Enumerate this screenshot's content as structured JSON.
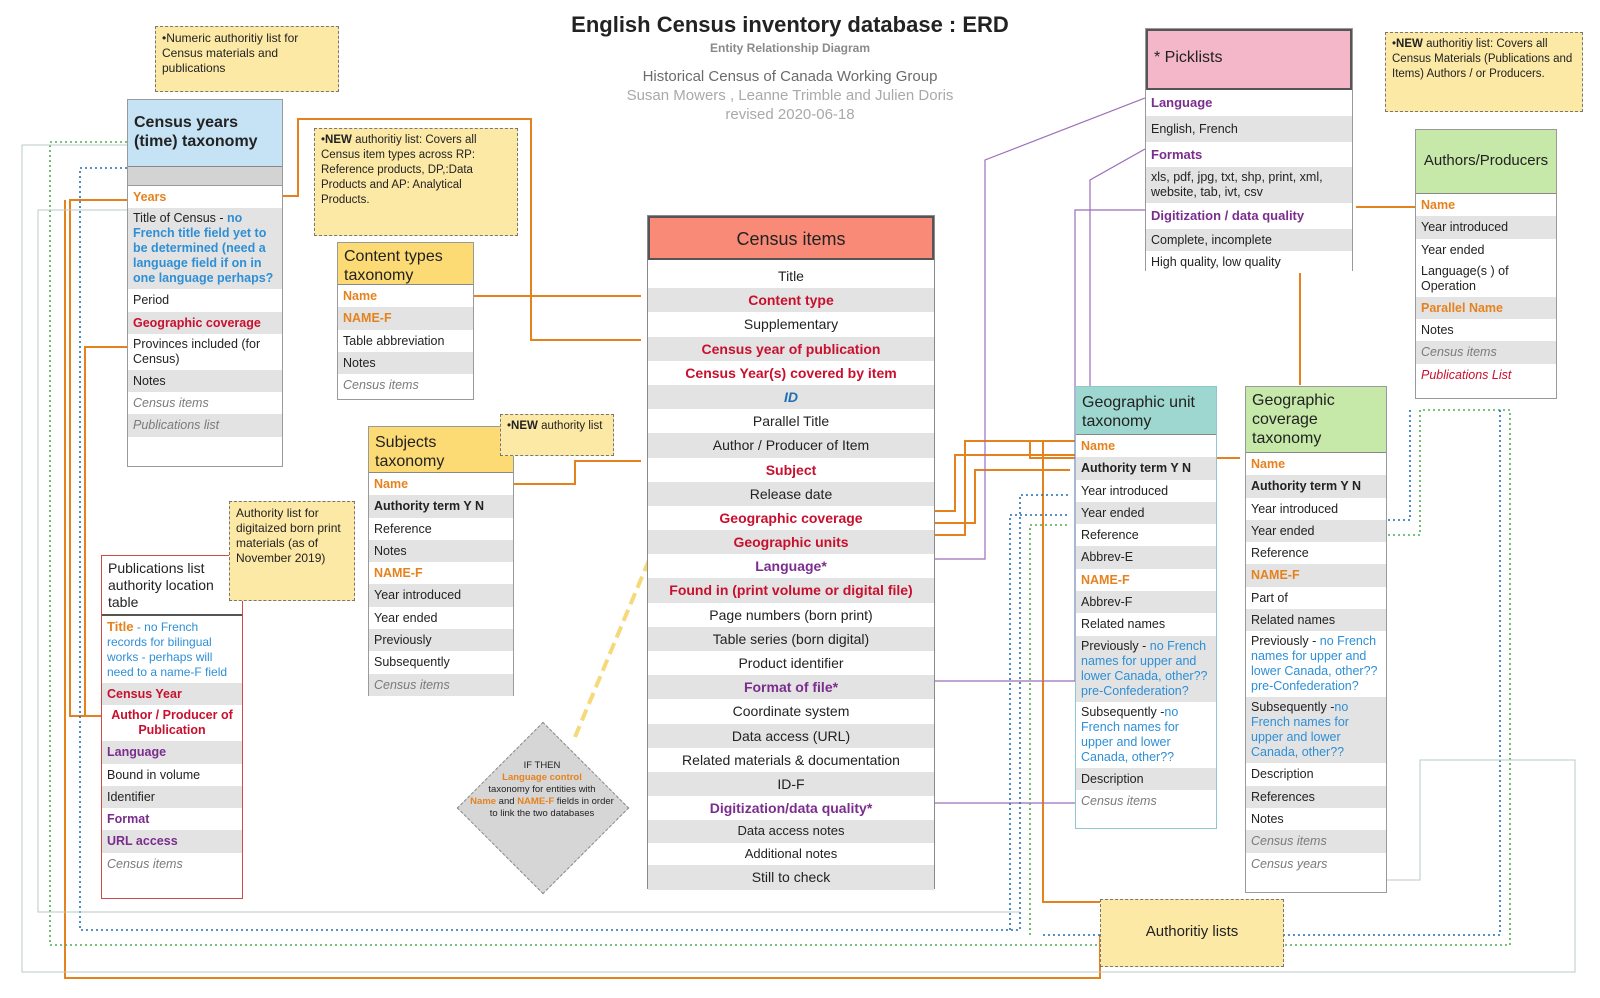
{
  "header": {
    "title": "English Census inventory database : ERD",
    "subtitle": "Entity Relationship Diagram",
    "group": "Historical Census of Canada Working Group",
    "authors": "Susan Mowers , Leanne Trimble and Julien Doris",
    "revised": "revised 2020-06-18"
  },
  "census_years": {
    "title": "Census years (time)  taxonomy",
    "years": "Years",
    "title_of_census": "Title of Census - ",
    "title_of_census_note": "no French title field  yet to be determined (need a language field if on in one language perhaps?",
    "period": "Period",
    "geographic_coverage": "Geographic coverage",
    "provinces": "Provinces included (for Census)",
    "notes": "Notes",
    "census_items": "Census items",
    "publications_list": "Publications list"
  },
  "content_types": {
    "title": "Content types taxonomy",
    "rows": [
      "Name",
      "NAME-F",
      "Table abbreviation",
      "Notes",
      "Census items"
    ]
  },
  "subjects": {
    "title": "Subjects taxonomy",
    "rows": [
      "Name",
      "Authority term Y N",
      "Reference",
      "Notes",
      "NAME-F",
      "Year introduced",
      "Year ended",
      "Previously",
      "Subsequently",
      "Census items"
    ]
  },
  "publications": {
    "title": "Publications list authority location table",
    "title_row": "Title",
    "title_row_note": " - no French records for bilingual works  -  perhaps will need to a name-F field",
    "census_year": "Census Year",
    "author": "Author / Producer of Publication",
    "language": "Language",
    "bound": "Bound in volume",
    "identifier": "Identifier",
    "format": "Format",
    "url": "URL access",
    "census_items": "Census items"
  },
  "census_items": {
    "title": "Census items",
    "rows": [
      "Title",
      "Content type",
      "Supplementary",
      "Census year of publication",
      "Census Year(s) covered by item",
      "ID",
      "Parallel Title",
      "Author / Producer of Item",
      "Subject",
      "Release date",
      "Geographic coverage",
      "Geographic units",
      "Language*",
      "Found in (print volume or digital file)",
      "Page numbers (born print)",
      "Table series (born digital)",
      "Product identifier",
      "Format of file*",
      "Coordinate system",
      "Data access (URL)",
      "Related materials & documentation",
      "ID-F",
      "Digitization/data quality*",
      "Data access notes",
      "Additional notes",
      "Still to check"
    ]
  },
  "picklists": {
    "title": "* Picklists",
    "rows": [
      "Language",
      "English, French",
      "Formats",
      "xls, pdf, jpg, txt, shp, print, xml, website,  tab, ivt, csv",
      "Digitization / data quality",
      "Complete, incomplete",
      "High quality, low quality"
    ]
  },
  "authors": {
    "title": "Authors/Producers",
    "rows": [
      "Name",
      "Year introduced",
      "Year ended",
      "Language(s ) of Operation",
      "Parallel Name",
      "Notes",
      "Census items",
      "Publications List"
    ]
  },
  "geo_unit": {
    "title": "Geographic unit taxonomy",
    "name": "Name",
    "authority": "Authority term Y N",
    "year_introduced": "Year introduced",
    "year_ended": "Year ended",
    "reference": "Reference",
    "abbrev_e": "Abbrev-E",
    "name_f": "NAME-F",
    "abbrev_f": "Abbrev-F",
    "related": "Related names",
    "previously": "Previously  - ",
    "previously_note": "no French names for upper and lower Canada, other?? pre-Confederation?",
    "subsequently": "Subsequently -",
    "subsequently_note": "no French names for upper and lower Canada, other??",
    "description": "Description",
    "census_items": "Census items"
  },
  "geo_cov": {
    "title": "Geographic coverage taxonomy",
    "name": "Name",
    "authority": "Authority term Y N",
    "year_introduced": "Year introduced",
    "year_ended": "Year ended",
    "reference": "Reference",
    "name_f": "NAME-F",
    "part_of": "Part of",
    "related": "Related names",
    "previously": "Previously  - ",
    "previously_note": "no French names for upper and lower Canada, other?? pre-Confederation?",
    "subsequently": "Subsequently -",
    "subsequently_note": "no French names for upper and lower Canada, other??",
    "description": "Description",
    "references": "References",
    "notes": "Notes",
    "census_items": "Census items",
    "census_years": "Census years"
  },
  "notes": {
    "numeric": "Numeric authoritiy list for Census materials and publications",
    "content_new_bold": "NEW",
    "content_new": " authoritiy list: Covers all Census item types across RP: Reference products, DP,:Data Products and AP: Analytical Products.",
    "subjects_new_bold": "NEW",
    "subjects_new": " authority list",
    "digitized": "Authority list  for digitaized born print materials (as of November 2019)",
    "authors_new_bold": "NEW",
    "authors_new": " authoritiy list: Covers all Census Materials (Publications and Items) Authors / or Producers.",
    "authority_lists": "Authoritiy lists"
  },
  "ifthen": {
    "line1": "IF THEN",
    "line2": "Language control",
    "line3": "taxonomy for entities with",
    "name": "Name",
    "and": " and ",
    "namef": "NAME-F",
    "line4": " fields in order to link the two databases"
  }
}
